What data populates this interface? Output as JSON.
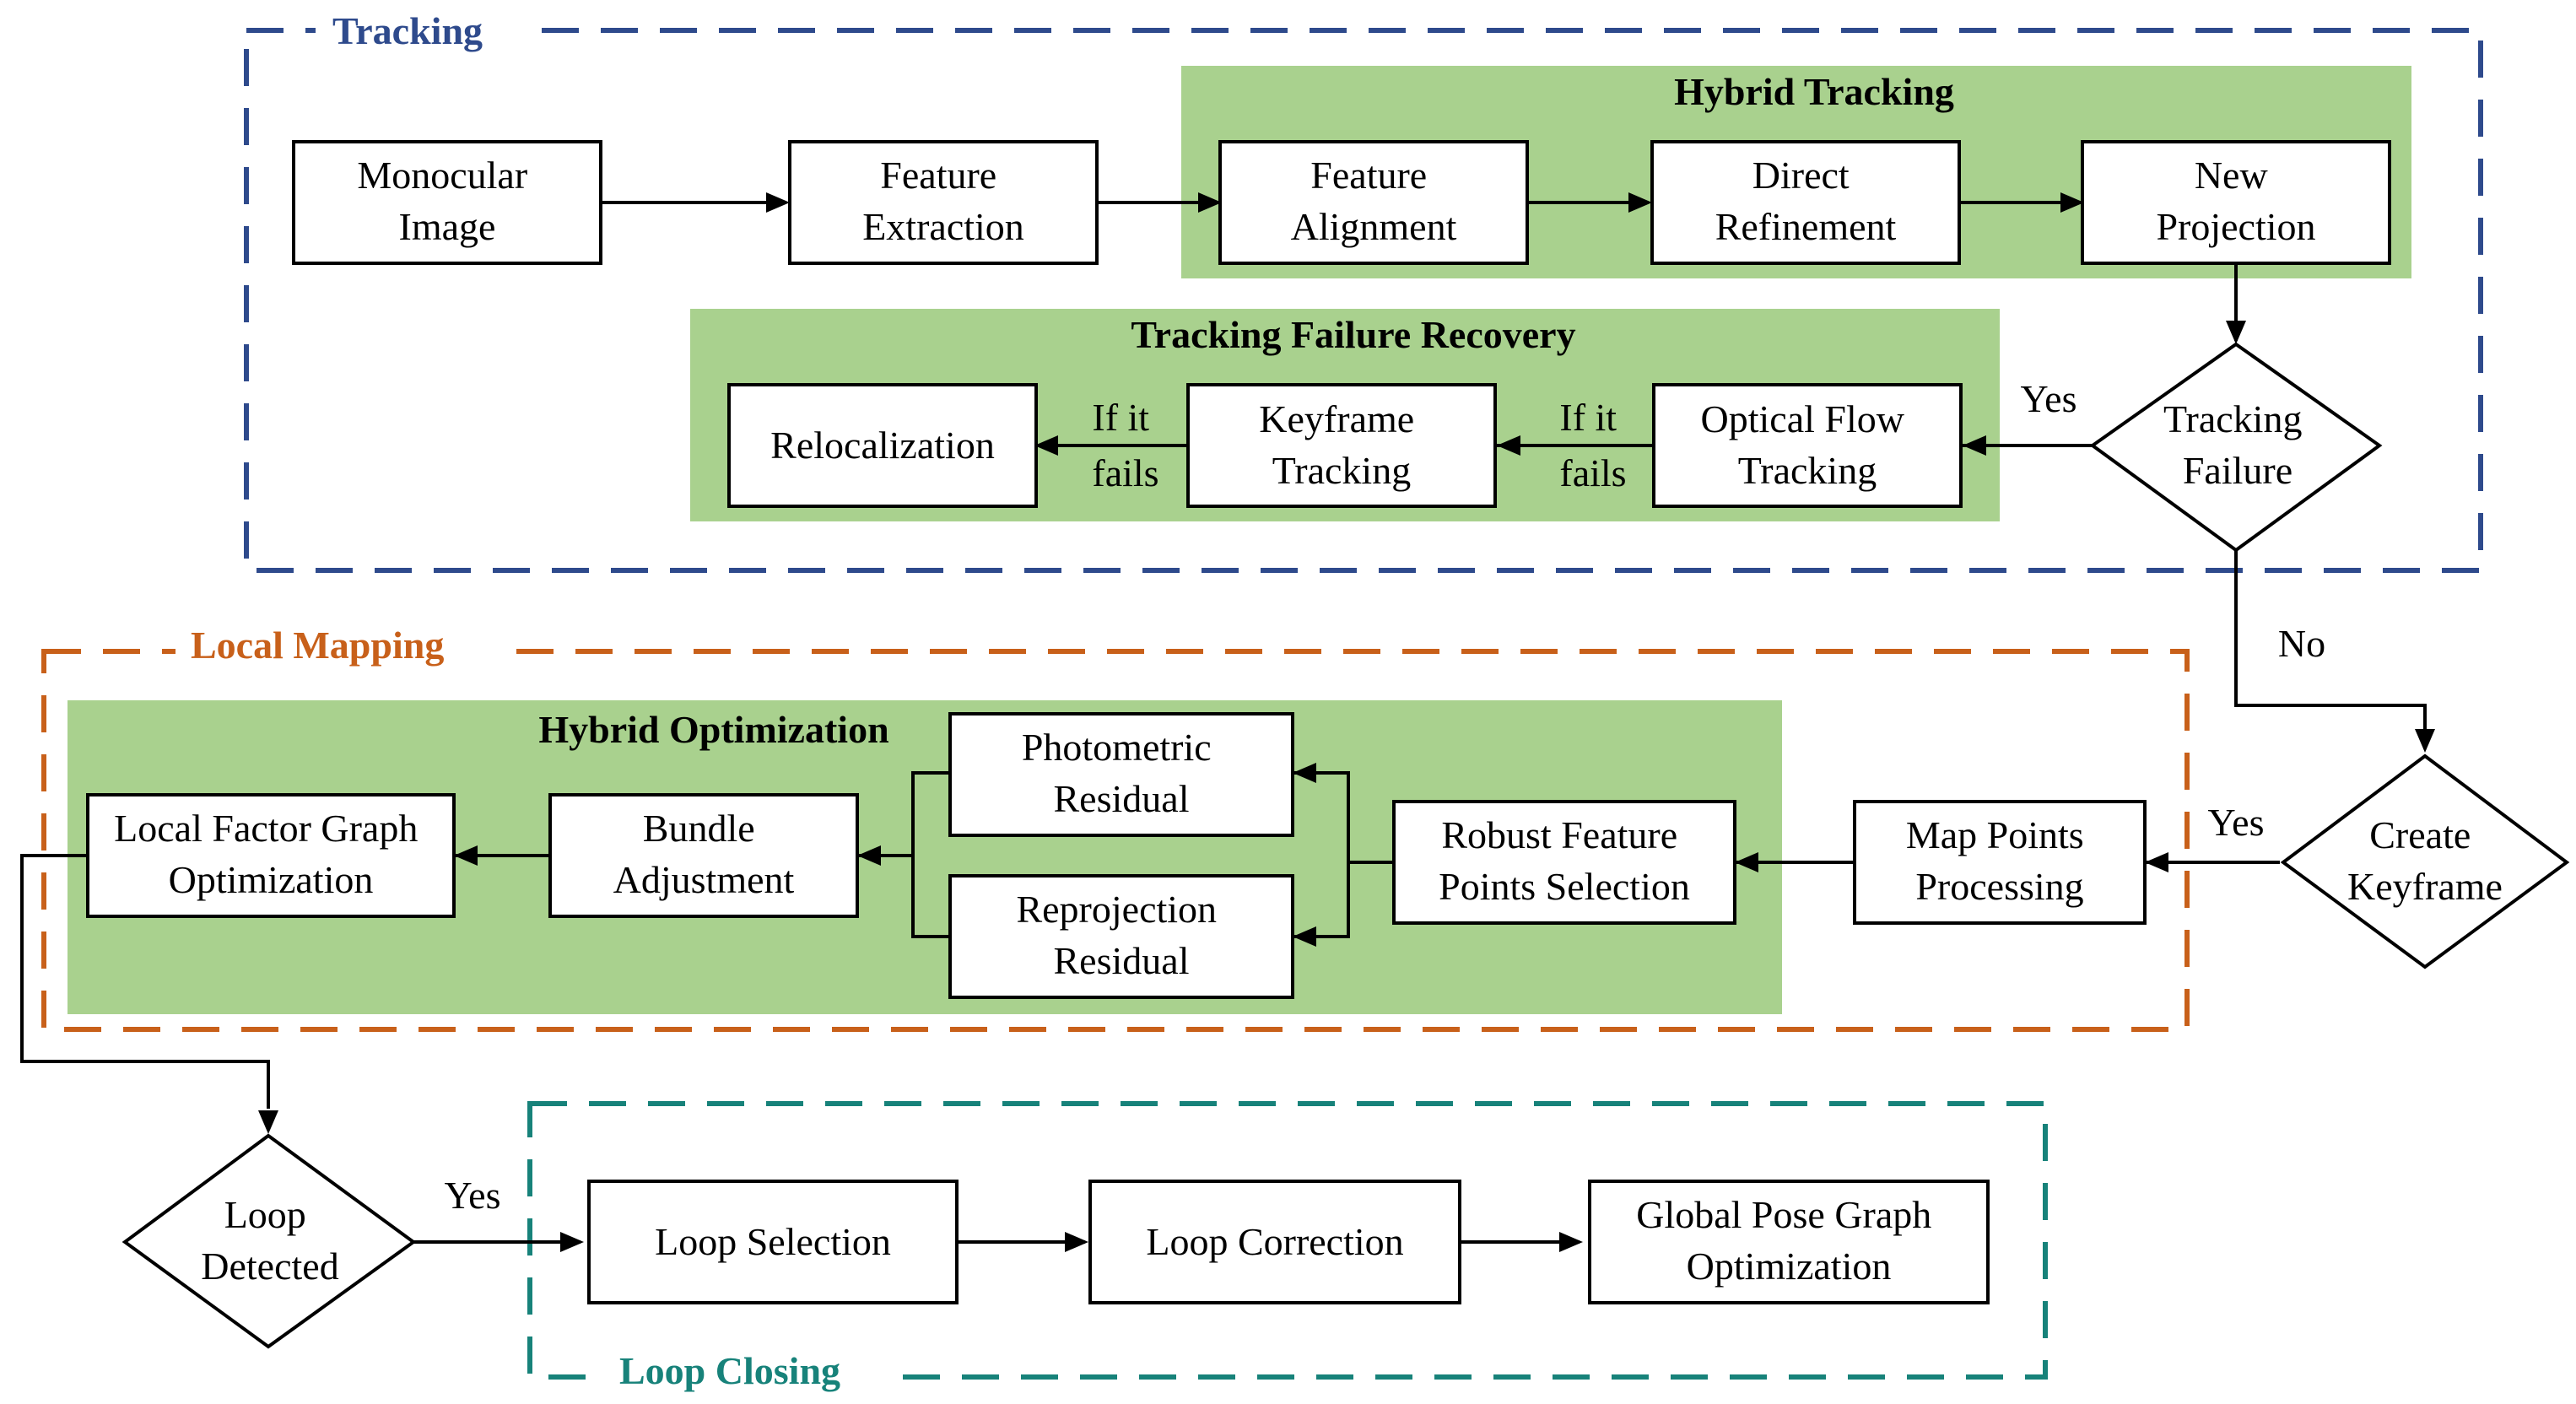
{
  "colors": {
    "tracking": "#2e4a8c",
    "local_mapping": "#c8601a",
    "loop_closing": "#17827a",
    "group_fill": "#a9d18e",
    "line": "#000000"
  },
  "sections": {
    "tracking": "Tracking",
    "local_mapping": "Local Mapping",
    "loop_closing": "Loop Closing"
  },
  "groups": {
    "hybrid_tracking": "Hybrid Tracking",
    "failure_recovery": "Tracking Failure Recovery",
    "hybrid_optimization": "Hybrid Optimization"
  },
  "nodes": {
    "monocular_image": [
      "Monocular",
      "Image"
    ],
    "feature_extraction": [
      "Feature",
      "Extraction"
    ],
    "feature_alignment": [
      "Feature",
      "Alignment"
    ],
    "direct_refinement": [
      "Direct",
      "Refinement"
    ],
    "new_projection": [
      "New",
      "Projection"
    ],
    "tracking_failure": [
      "Tracking",
      "Failure"
    ],
    "optical_flow_tracking": [
      "Optical Flow",
      "Tracking"
    ],
    "keyframe_tracking": [
      "Keyframe",
      "Tracking"
    ],
    "relocalization": [
      "Relocalization"
    ],
    "create_keyframe": [
      "Create",
      "Keyframe"
    ],
    "map_points_processing": [
      "Map Points",
      "Processing"
    ],
    "robust_feature_selection": [
      "Robust Feature",
      "Points Selection"
    ],
    "photometric_residual": [
      "Photometric",
      "Residual"
    ],
    "reprojection_residual": [
      "Reprojection",
      "Residual"
    ],
    "bundle_adjustment": [
      "Bundle",
      "Adjustment"
    ],
    "local_factor_graph": [
      "Local Factor Graph",
      "Optimization"
    ],
    "loop_detected": [
      "Loop",
      "Detected"
    ],
    "loop_selection": [
      "Loop Selection"
    ],
    "loop_correction": [
      "Loop Correction"
    ],
    "global_pose_graph": [
      "Global Pose Graph",
      "Optimization"
    ]
  },
  "edge_labels": {
    "yes_tracking_failure": "Yes",
    "no_tracking_failure": "No",
    "if_fails_1": [
      "If it",
      "fails"
    ],
    "if_fails_2": [
      "If it",
      "fails"
    ],
    "yes_create_keyframe": "Yes",
    "yes_loop_detected": "Yes"
  }
}
